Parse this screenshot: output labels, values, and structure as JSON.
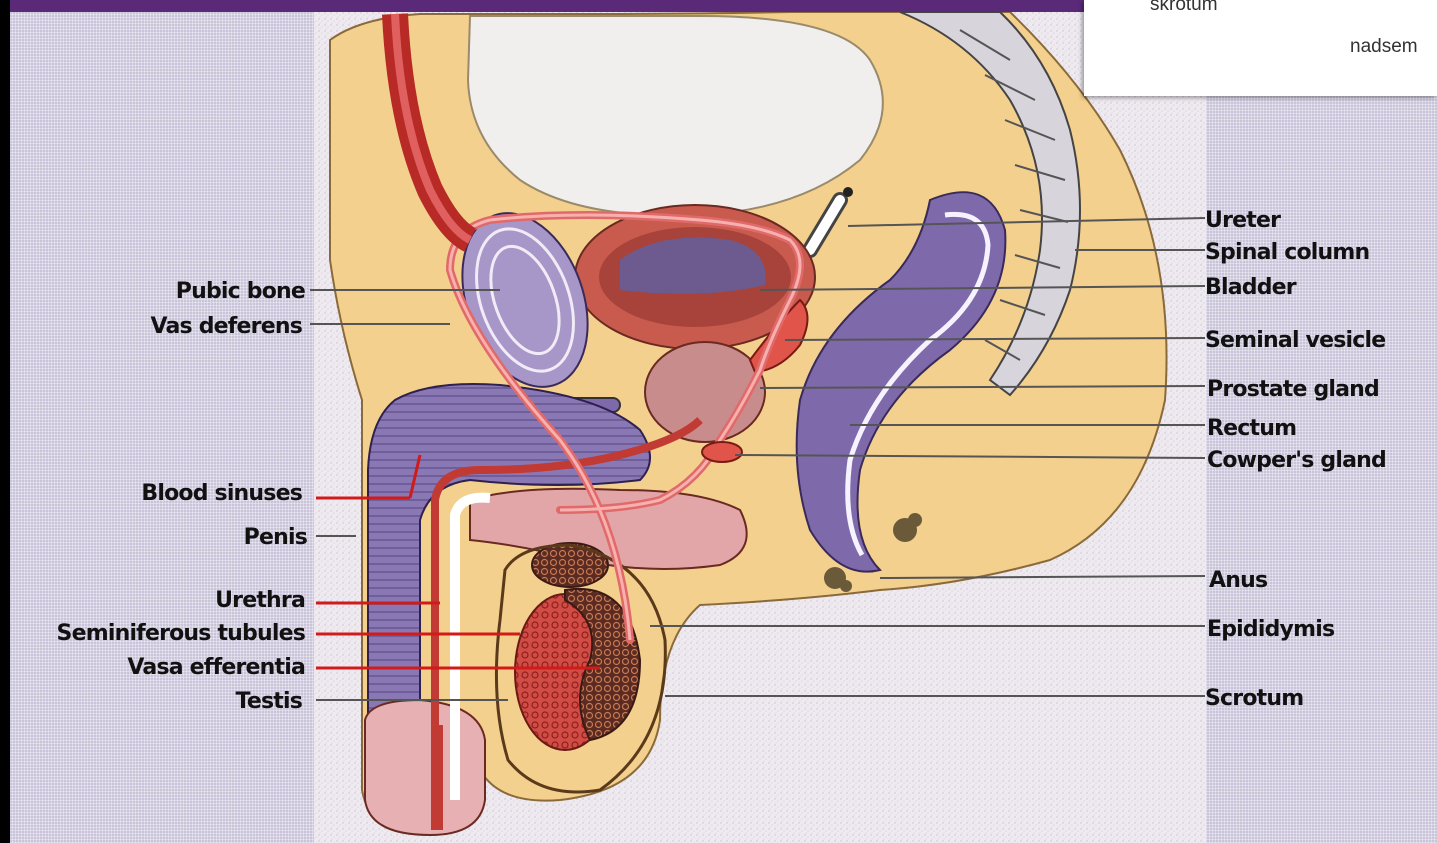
{
  "labels": {
    "left": {
      "pubic_bone": "Pubic bone",
      "vas_deferens": "Vas deferens",
      "blood_sinuses": "Blood sinuses",
      "penis": "Penis",
      "urethra": "Urethra",
      "seminiferous_tubules": "Seminiferous tubules",
      "vasa_efferentia": "Vasa efferentia",
      "testis": "Testis"
    },
    "right": {
      "ureter": "Ureter",
      "spinal_column": "Spinal column",
      "bladder": "Bladder",
      "seminal_vesicle": "Seminal vesicle",
      "prostate_gland": "Prostate gland",
      "rectum": "Rectum",
      "cowpers_gland": "Cowper's gland",
      "anus": "Anus",
      "epididymis": "Epididymis",
      "scrotum": "Scrotum"
    }
  },
  "inset": {
    "word_1": "skrotum",
    "word_2": "nadsem"
  },
  "colors": {
    "frame": "#c9c4da",
    "top_bar": "#5a2a78",
    "tissue": "#f3d08e",
    "organ_purple": "#7d6aa8",
    "organ_red": "#d9534f",
    "vessel": "#e06a6a",
    "leader_red": "#d11a1a",
    "leader_gray": "#555555"
  }
}
